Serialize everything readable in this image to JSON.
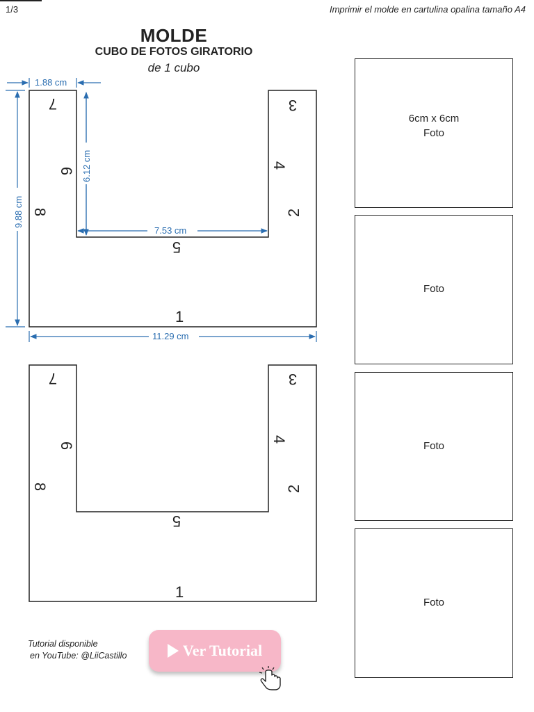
{
  "header": {
    "page_number": "1/3",
    "instruction": "Imprimir el molde en cartulina opalina tamaño A4"
  },
  "title": {
    "main": "MOLDE",
    "subtitle": "CUBO DE FOTOS GIRATORIO",
    "subtitle2": "de 1 cubo"
  },
  "dimensions": {
    "top_tab_width": "1.88 cm",
    "inner_height": "6.12 cm",
    "inner_width": "7.53 cm",
    "total_height": "9.88 cm",
    "total_width": "11.29 cm"
  },
  "mold_numbers": [
    "1",
    "2",
    "3",
    "4",
    "5",
    "6",
    "7",
    "8"
  ],
  "photos": {
    "size_label": "6cm x 6cm",
    "labels": [
      "Foto",
      "Foto",
      "Foto",
      "Foto"
    ]
  },
  "tutorial": {
    "note_line1": "Tutorial disponible",
    "note_line2": "en YouTube: @LiiCastillo",
    "button_label": "Ver Tutorial"
  },
  "colors": {
    "dimension": "#2a6db0",
    "button": "#f7b7c8"
  }
}
